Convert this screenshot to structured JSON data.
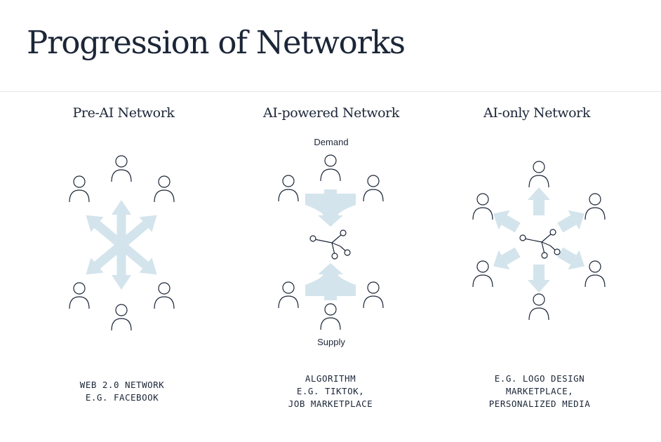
{
  "title": "Progression of Networks",
  "columns": [
    {
      "title": "Pre-AI Network",
      "caption_lines": [
        "WEB 2.0 NETWORK",
        "E.G. FACEBOOK"
      ]
    },
    {
      "title": "AI-powered Network",
      "top_label": "Demand",
      "bottom_label": "Supply",
      "caption_lines": [
        "ALGORITHM",
        "E.G. TIKTOK,",
        "JOB MARKETPLACE"
      ]
    },
    {
      "title": "AI-only Network",
      "caption_lines": [
        "E.G. LOGO DESIGN",
        "MARKETPLACE,",
        "PERSONALIZED MEDIA"
      ]
    }
  ],
  "colors": {
    "ink": "#1c2638",
    "arrow": "#d3e4ec",
    "divider": "#e3e6ea"
  },
  "icons": [
    "person-icon",
    "ai-hub-icon",
    "arrow-icon"
  ]
}
